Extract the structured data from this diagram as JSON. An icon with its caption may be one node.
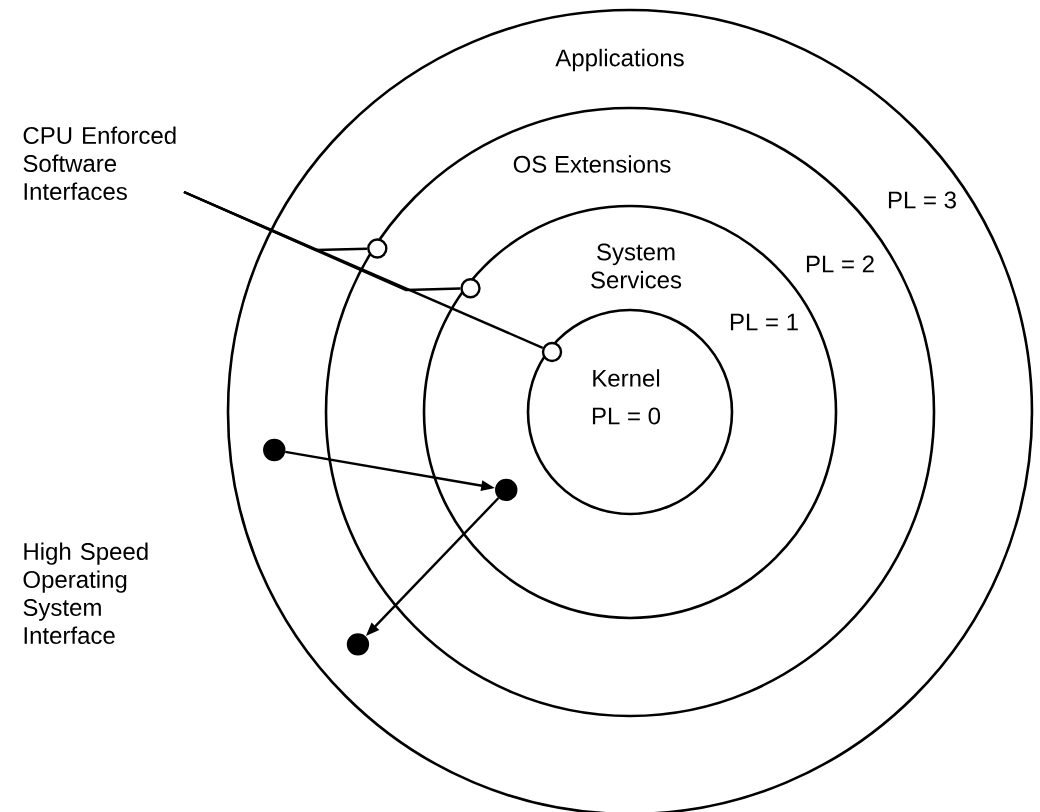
{
  "diagram": {
    "nodes": [
      {
        "text": [
          "Applications"
        ]
      },
      {
        "text": [
          "OS Extensions"
        ],
        "in": 0
      },
      {
        "text": [
          "System Services"
        ],
        "in": 1
      },
      {
        "text": [
          "Kernel",
          "PL = 0"
        ],
        "in": 2
      },
      {
        "text": [
          "CPU Enforced Software Interfaces"
        ]
      },
      {
        "text": [],
        "shape": "circle",
        "in": 1
      },
      {
        "text": [],
        "shape": "circle",
        "in": 2
      },
      {
        "text": [],
        "shape": "circle",
        "in": 3
      },
      {
        "text": [],
        "shape": "circle",
        "in": 0
      },
      {
        "text": [],
        "shape": "circle",
        "in": 2
      },
      {
        "text": [],
        "shape": "circle",
        "in": 0
      }
    ],
    "edges": [
      {
        "from": 4,
        "to": 5,
        "arrow": "none"
      },
      {
        "from": 4,
        "to": 6,
        "arrow": "none"
      },
      {
        "from": 4,
        "to": 7,
        "arrow": "none"
      },
      {
        "from": 8,
        "to": 9,
        "arrow": "to"
      },
      {
        "from": 9,
        "to": 10,
        "arrow": "to"
      }
    ],
    "labels": [
      "PL = 3",
      "PL = 2",
      "PL = 1",
      "High Speed Operating System Interface"
    ]
  }
}
